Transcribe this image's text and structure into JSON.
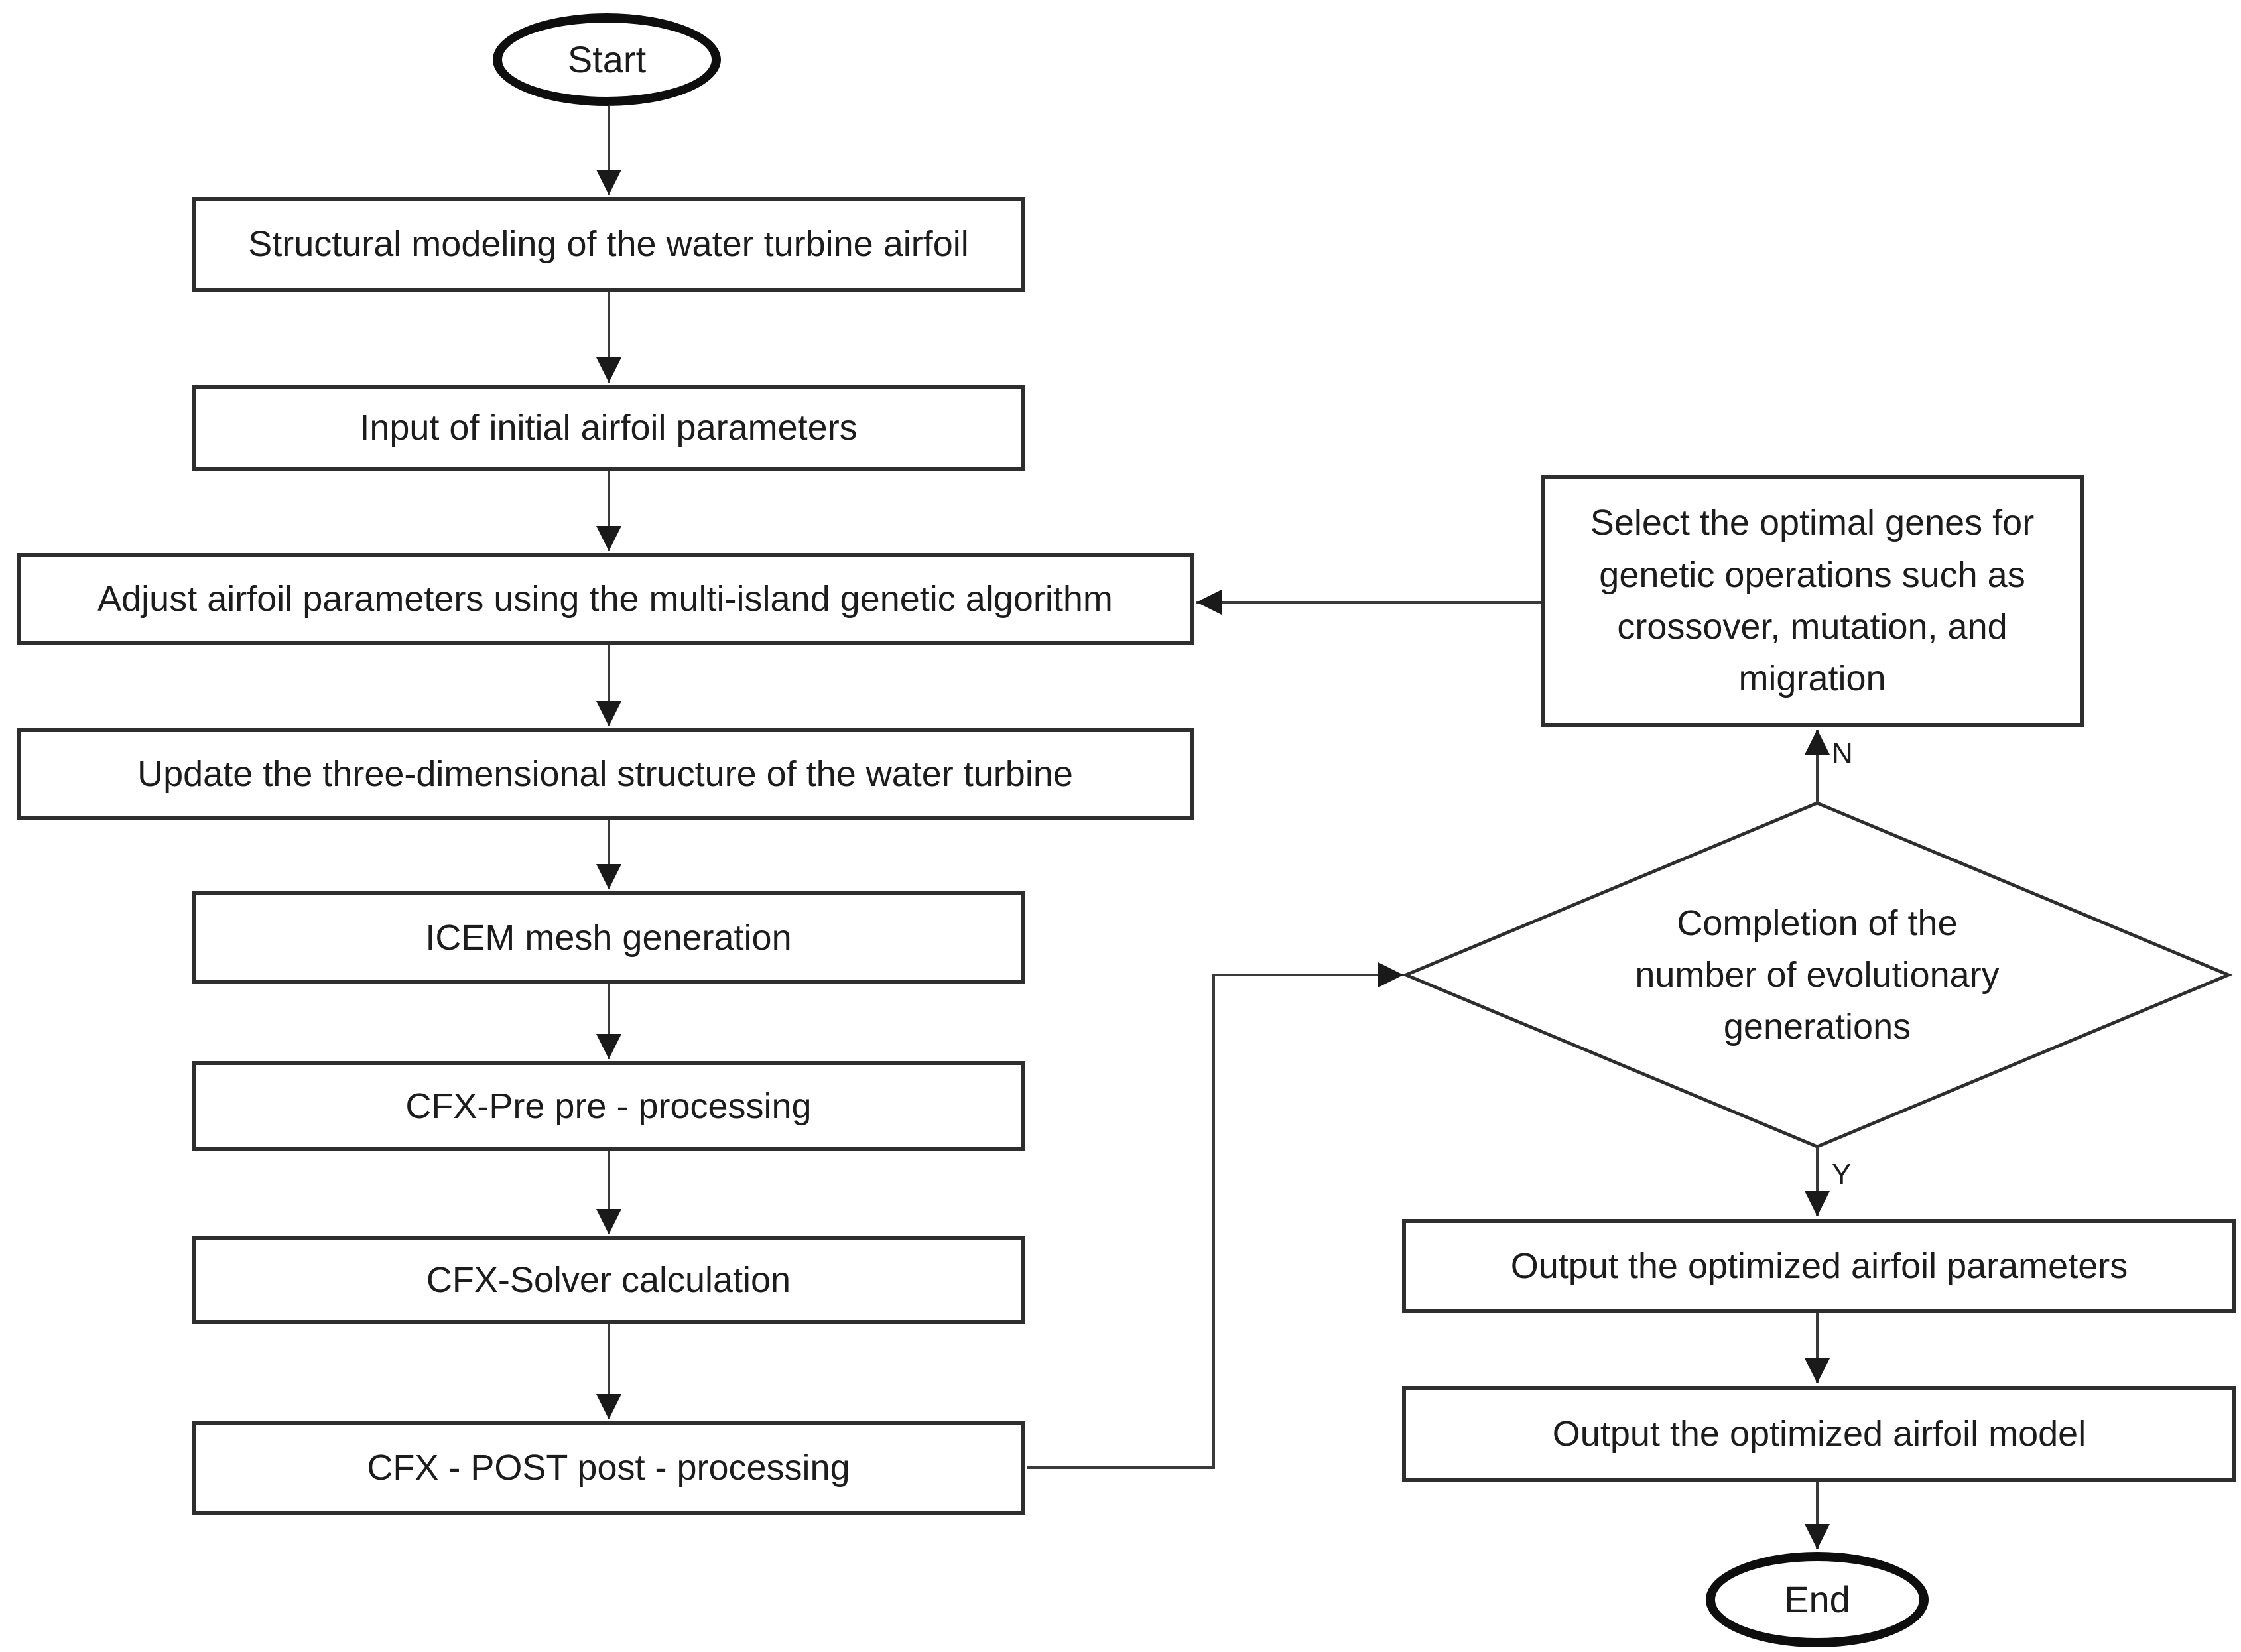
{
  "colors": {
    "background": "#ffffff",
    "node_fill": "#ffffff",
    "node_border": "#2e2e2e",
    "terminal_border": "#0e0e0e",
    "connector": "#3a3a3a",
    "arrowhead": "#1a1a1a",
    "text": "#1c1c1c"
  },
  "nodes": {
    "start": {
      "label": "Start"
    },
    "structural_modeling": {
      "label": "Structural modeling of the water turbine airfoil"
    },
    "input_parameters": {
      "label": "Input of initial airfoil parameters"
    },
    "adjust_parameters": {
      "label": "Adjust airfoil parameters using the multi-island genetic algorithm"
    },
    "update_structure": {
      "label": "Update the three-dimensional structure of the water turbine"
    },
    "icem_mesh": {
      "label": "ICEM mesh generation"
    },
    "cfx_pre": {
      "label": "CFX-Pre pre - processing"
    },
    "cfx_solver": {
      "label": "CFX-Solver calculation"
    },
    "cfx_post": {
      "label": "CFX - POST post - processing"
    },
    "select_genes": {
      "lines": [
        "Select the optimal genes for",
        "genetic operations such as",
        "crossover, mutation, and",
        "migration"
      ]
    },
    "decision": {
      "lines": [
        "Completion of the",
        "number of evolutionary",
        "generations"
      ]
    },
    "output_parameters": {
      "label": "Output the optimized airfoil parameters"
    },
    "output_model": {
      "label": "Output the optimized airfoil model"
    },
    "end": {
      "label": "End"
    }
  },
  "edge_labels": {
    "no": "N",
    "yes": "Y"
  }
}
